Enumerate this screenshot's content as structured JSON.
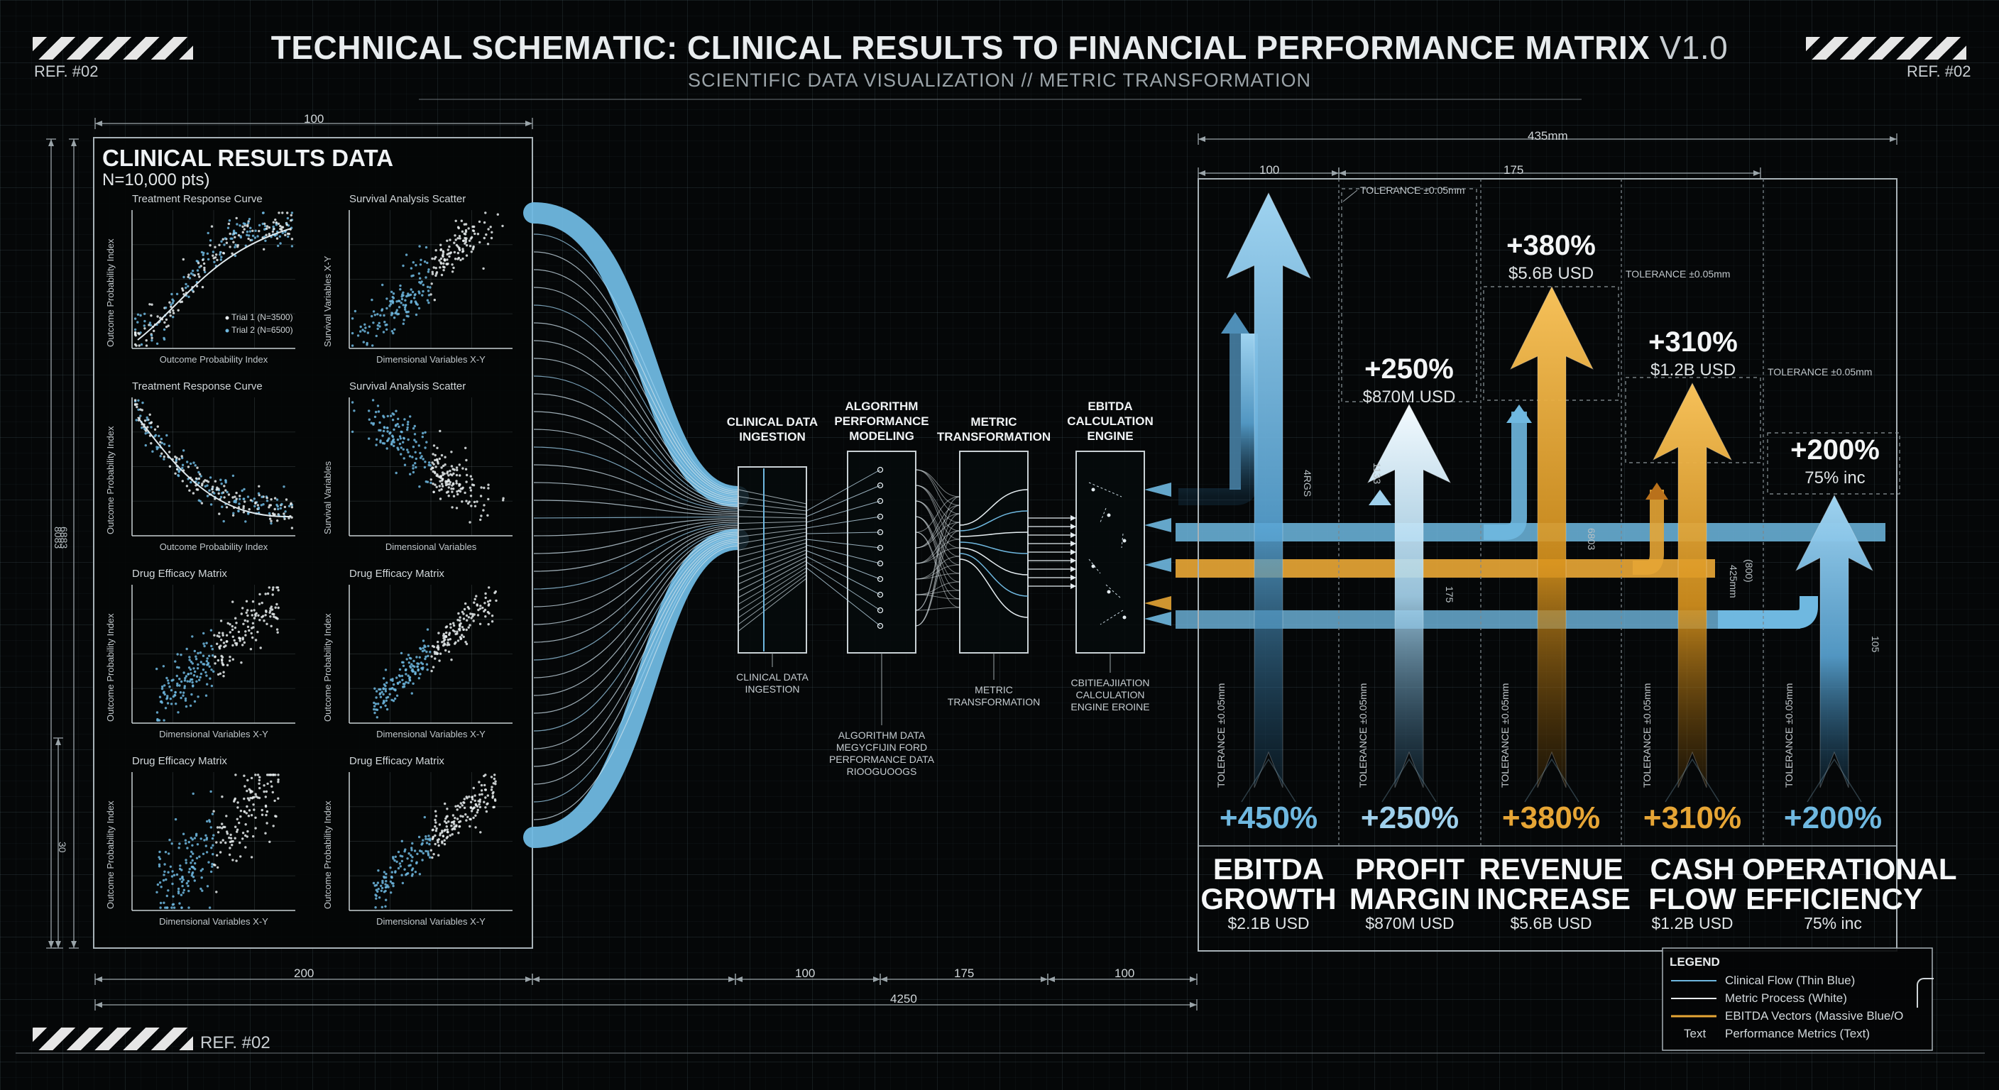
{
  "header": {
    "title": "TECHNICAL SCHEMATIC: CLINICAL RESULTS TO FINANCIAL PERFORMANCE MATRIX",
    "version": "V1.0",
    "subtitle": "SCIENTIFIC DATA VISUALIZATION // METRIC TRANSFORMATION",
    "ref_top_left": "REF. #02",
    "ref_top_right": "REF. #02",
    "ref_bottom_left": "REF. #02"
  },
  "clinical_panel": {
    "title": "CLINICAL RESULTS DATA",
    "subtitle": "N=10,000 pts)",
    "plots": [
      {
        "title": "Treatment Response Curve",
        "xlabel": "Outcome Probability Index",
        "ylabel": "Outcome Probability Index",
        "kind": "curve-up",
        "legend": [
          "Trial 1 (N=3500)",
          "Trial 2 (N=6500)"
        ]
      },
      {
        "title": "Survival Analysis Scatter",
        "xlabel": "Dimensional Variables X-Y",
        "ylabel": "Survival Variables X-Y",
        "kind": "cluster-up"
      },
      {
        "title": "Treatment Response Curve",
        "xlabel": "Outcome Probability Index",
        "ylabel": "Outcome Probability Index",
        "kind": "curve-down"
      },
      {
        "title": "Survival Analysis Scatter",
        "xlabel": "Dimensional Variables",
        "ylabel": "Survival Variables",
        "kind": "cluster-down"
      },
      {
        "title": "Drug Efficacy Matrix",
        "xlabel": "Dimensional Variables X-Y",
        "ylabel": "Outcome Probability Index",
        "kind": "diag"
      },
      {
        "title": "Drug Efficacy Matrix",
        "xlabel": "Dimensional Variables X-Y",
        "ylabel": "Outcome Probability Index",
        "kind": "diag-tight"
      },
      {
        "title": "Drug Efficacy Matrix",
        "xlabel": "Dimensional Variables X-Y",
        "ylabel": "Outcome Probability Index",
        "kind": "diag-wide"
      },
      {
        "title": "Drug Efficacy Matrix",
        "xlabel": "Dimensional Variables X-Y",
        "ylabel": "Outcome Probability Index",
        "kind": "diag-tight"
      }
    ]
  },
  "pipeline": {
    "stages": [
      {
        "label": "CLINICAL DATA\nINGESTION",
        "note": "CLINICAL DATA\nINGESTION"
      },
      {
        "label": "ALGORITHM\nPERFORMANCE\nMODELING",
        "note": "ALGORITHM DATA\nMEGYCFIJIN FORD\nPERFORMANCE DATA\nRIOOGUOOGS"
      },
      {
        "label": "METRIC\nTRANSFORMATION",
        "note": "METRIC\nTRANSFORMATION"
      },
      {
        "label": "EBITDA\nCALCULATION\nENGINE",
        "note": "CBITIEAJIIATION\nCALCULATION\nENGINE EROINE"
      }
    ]
  },
  "metrics": [
    {
      "name": "EBITDA\nGROWTH",
      "pct": "+450%",
      "usd": "$2.1B USD",
      "top_pct": "",
      "top_usd": "",
      "color": "#6fb8e0"
    },
    {
      "name": "PROFIT\nMARGIN",
      "pct": "+250%",
      "usd": "$870M USD",
      "top_pct": "+250%",
      "top_usd": "$870M USD",
      "color": "#9fd0ec"
    },
    {
      "name": "REVENUE\nINCREASE",
      "pct": "+380%",
      "usd": "$5.6B USD",
      "top_pct": "+380%",
      "top_usd": "$5.6B USD",
      "color": "#e6a535"
    },
    {
      "name": "CASH\nFLOW",
      "pct": "+310%",
      "usd": "$1.2B USD",
      "top_pct": "+310%",
      "top_usd": "$1.2B USD",
      "color": "#e6a535"
    },
    {
      "name": "OPERATIONAL\nEFFICIENCY",
      "pct": "+200%",
      "usd": "75% inc",
      "top_pct": "+200%",
      "top_usd": "75% inc",
      "color": "#6fb8e0"
    }
  ],
  "dimensions": {
    "panel_width": "100",
    "panel_bottom": "200",
    "total": "4250",
    "seg1": "100",
    "seg2": "175",
    "seg3": "100",
    "metrics_total": "435mm",
    "metrics_seg1": "100",
    "metrics_seg2": "175",
    "left_a": "8083",
    "left_b": "6883",
    "left_c": "30",
    "v1": "4RGS",
    "v2": "1133",
    "v3": "175",
    "v4": "6803",
    "v5": "425mm",
    "v6": "(800)",
    "v7": "105"
  },
  "tolerances": {
    "top1": "TOLERANCE ±0.05mm",
    "top2": "TOLERANCE ±0.05mm",
    "top3": "TOLERANCE ±0.05mm",
    "vertical": [
      "TOLERANCE ±0.05mm",
      "TOLERANCE ±0.05mm",
      "TOLERANCE ±0.05mm",
      "TOLERANCE ±0.05mm",
      "TOLERANCE ±0.05mm"
    ]
  },
  "legend": {
    "title": "LEGEND",
    "items": [
      {
        "label": "Clinical Flow (Thin Blue)",
        "color": "#6fb8e0"
      },
      {
        "label": "Metric Process (White)",
        "color": "#e8ecee"
      },
      {
        "label": "EBITDA Vectors (Massive Blue/O",
        "color": "#e6a535"
      },
      {
        "label": "Performance Metrics (Text)",
        "key": "Text"
      }
    ]
  },
  "colors": {
    "blue": "#6fb8e0",
    "pale_blue": "#b8dcf0",
    "orange": "#e6a535",
    "line": "#9aa4a9"
  }
}
